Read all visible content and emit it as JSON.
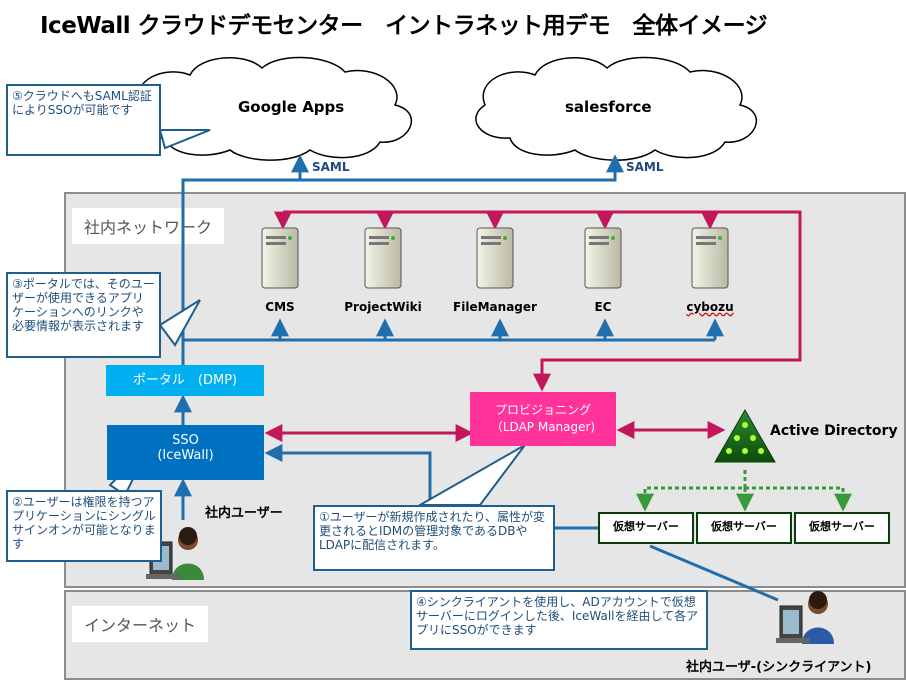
{
  "title": "IceWall クラウドデモセンター　イントラネット用デモ　全体イメージ",
  "clouds": [
    {
      "label": "Google Apps"
    },
    {
      "label": "salesforce"
    }
  ],
  "saml_label": "SAML",
  "zones": {
    "intranet": "社内ネットワーク",
    "internet": "インターネット"
  },
  "servers": [
    {
      "label": "CMS"
    },
    {
      "label": "ProjectWiki"
    },
    {
      "label": "FileManager"
    },
    {
      "label": "EC"
    },
    {
      "label": "cybozu"
    }
  ],
  "portal": {
    "label": "ポータル　(DMP)"
  },
  "sso": {
    "line1": "SSO",
    "line2": "(IceWall)"
  },
  "provisioning": {
    "line1": "プロビジョニング",
    "line2": "（LDAP Manager)"
  },
  "active_directory": {
    "label": "Active Directory"
  },
  "virtual_servers": [
    "仮想サーバー",
    "仮想サーバー",
    "仮想サーバー"
  ],
  "users": {
    "internal": "社内ユーザー",
    "thin_client": "社内ユーザ-(シンクライアント)"
  },
  "callouts": {
    "c1": "①ユーザーが新規作成されたり、属性が変更されるとIDMの管理対象であるDBやLDAPに配信されます。",
    "c2": "②ユーザーは権限を持つアプリケーションにシングルサインオンが可能となります",
    "c3": "③ポータルでは、そのユーザーが使用できるアプリケーションへのリンクや必要情報が表示されます",
    "c4": "④シンクライアントを使用し、ADアカウントで仮想サーバーにログインした後、IceWallを経由して各アプリにSSOができます",
    "c5": "⑤クラウドへもSAML認証によりSSOが可能です"
  },
  "colors": {
    "blue_line": "#1f6fae",
    "magenta_line": "#c2185b",
    "sso_box": "#0070c0",
    "portal_box": "#00b0f0",
    "provisioning_box": "#ff3399",
    "vs_dotted": "#3a9a3a"
  }
}
